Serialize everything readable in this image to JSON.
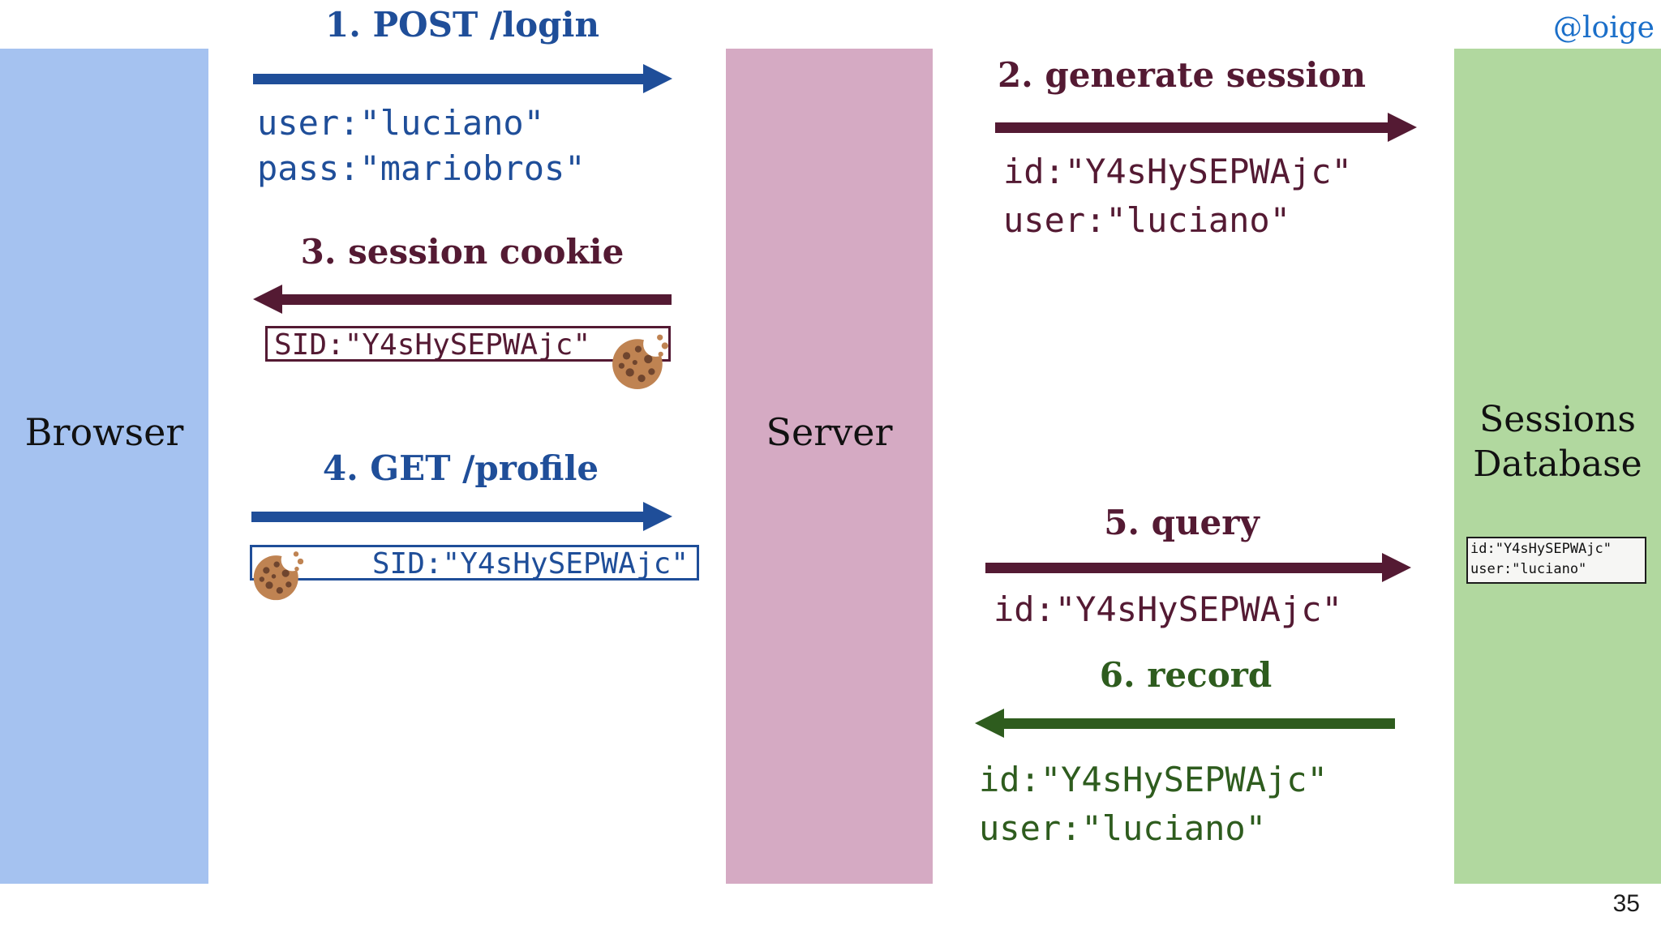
{
  "slide": {
    "handle": "@loige",
    "page_number": "35"
  },
  "lanes": {
    "browser": {
      "label": "Browser",
      "bg": "#a5c2f0"
    },
    "server": {
      "label": "Server",
      "bg": "#d5aac3"
    },
    "database": {
      "label": "Sessions Database",
      "label_line1": "Sessions",
      "label_line2": "Database",
      "bg": "#b1d89f",
      "record": {
        "line1": "id:\"Y4sHySEPWAjc\"",
        "line2": "user:\"luciano\""
      }
    }
  },
  "steps": {
    "step1": {
      "label": "1. POST /login",
      "direction": "right",
      "from": "Browser",
      "to": "Server",
      "color": "#1f4e99",
      "payload_line1": "user:\"luciano\"",
      "payload_line2": "pass:\"mariobros\""
    },
    "step2": {
      "label": "2. generate session",
      "direction": "right",
      "from": "Server",
      "to": "Sessions Database",
      "color": "#541a33",
      "payload_line1": "id:\"Y4sHySEPWAjc\"",
      "payload_line2": "user:\"luciano\""
    },
    "step3": {
      "label": "3. session cookie",
      "direction": "left",
      "from": "Server",
      "to": "Browser",
      "color": "#541a33",
      "cookie_value": "SID:\"Y4sHySEPWAjc\"",
      "icon": "cookie-icon"
    },
    "step4": {
      "label": "4. GET /profile",
      "direction": "right",
      "from": "Browser",
      "to": "Server",
      "color": "#1f4e99",
      "cookie_value": "SID:\"Y4sHySEPWAjc\"",
      "icon": "cookie-icon"
    },
    "step5": {
      "label": "5. query",
      "direction": "right",
      "from": "Server",
      "to": "Sessions Database",
      "color": "#541a33",
      "payload_line1": "id:\"Y4sHySEPWAjc\""
    },
    "step6": {
      "label": "6. record",
      "direction": "left",
      "from": "Sessions Database",
      "to": "Server",
      "color": "#2e5c1e",
      "payload_line1": "id:\"Y4sHySEPWAjc\"",
      "payload_line2": "user:\"luciano\""
    }
  },
  "colors": {
    "arrow_blue": "#1f4e99",
    "arrow_maroon": "#541a33",
    "arrow_green": "#2e5c1e",
    "handle_blue": "#1b6fc9",
    "lane_browser_bg": "#a5c2f0",
    "lane_server_bg": "#d5aac3",
    "lane_database_bg": "#b1d89f",
    "cookie_body": "#bf8352",
    "cookie_chip": "#6f452e"
  }
}
